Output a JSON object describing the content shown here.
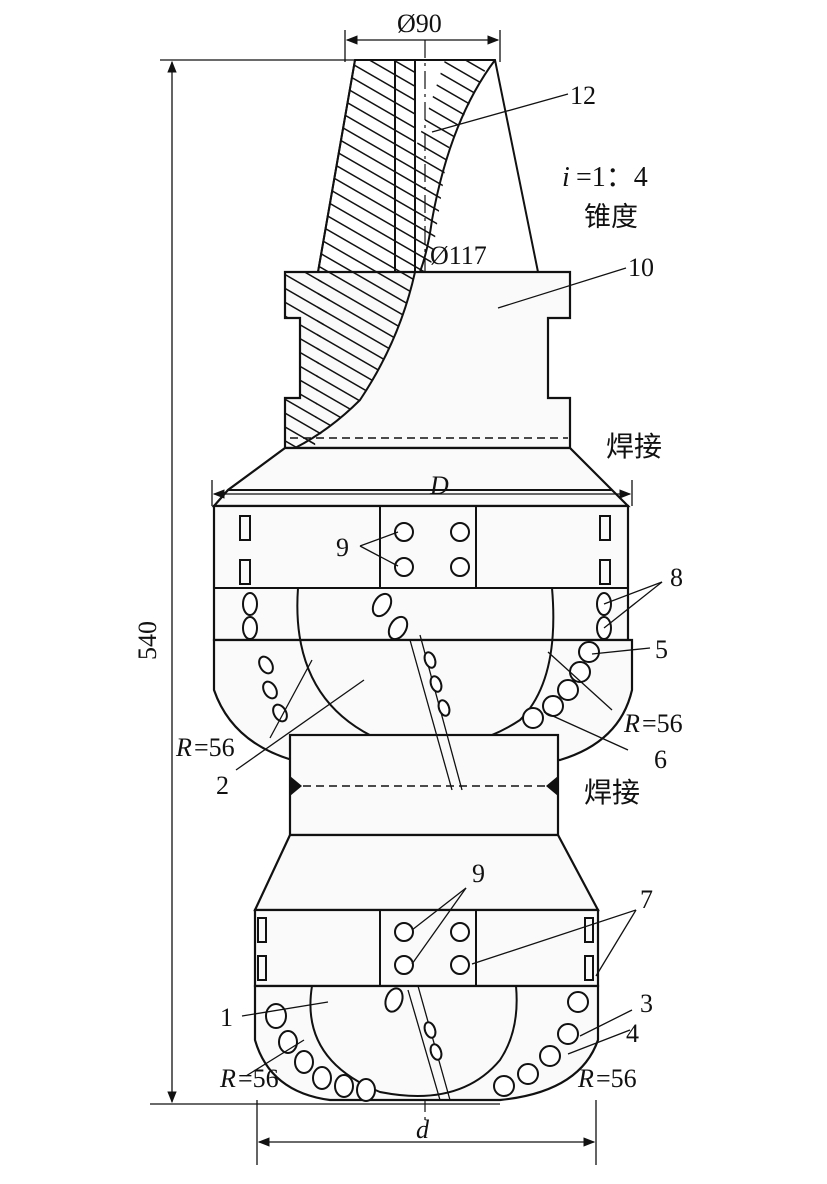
{
  "dims": {
    "top_diameter": "Ø90",
    "mid_diameter": "Ø117",
    "overall_length": "540",
    "taper_i": "i",
    "taper_ratio": "=1：4",
    "taper_word": "锥度",
    "upper_diameter": "D",
    "lower_diameter": "d"
  },
  "radius_labels": {
    "upper_left": "=56",
    "upper_right": "=56",
    "lower_left": "=56",
    "lower_right": "=56",
    "r_symbol": "R"
  },
  "weld_labels": {
    "upper": "焊接",
    "lower": "焊接"
  },
  "part_numbers": {
    "p1": "1",
    "p2": "2",
    "p3": "3",
    "p4": "4",
    "p5": "5",
    "p6": "6",
    "p7": "7",
    "p8": "8",
    "p9_upper": "9",
    "p9_lower": "9",
    "p10": "10",
    "p12": "12"
  }
}
